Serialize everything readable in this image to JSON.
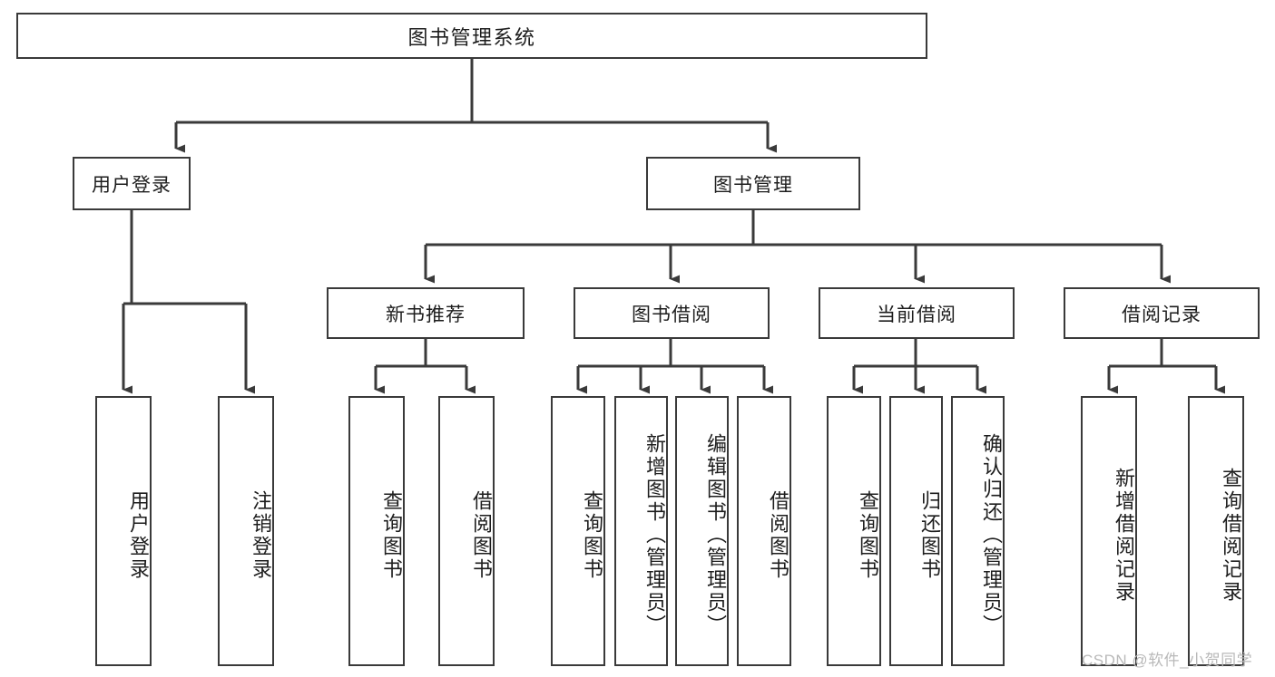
{
  "diagram": {
    "title": "图书管理系统",
    "type": "tree",
    "watermark": "CSDN @软件_小贺同学",
    "stroke_color": "#3a3a3a",
    "fill_color": "#ffffff",
    "text_color": "#1d1d1d",
    "watermark_color": "#b9b9b9"
  },
  "nodes": {
    "root": {
      "label": "图书管理系统",
      "level": 1
    },
    "level2": [
      {
        "id": "user-login",
        "label": "用户登录"
      },
      {
        "id": "book-manage",
        "label": "图书管理"
      }
    ],
    "level3": [
      {
        "id": "new-book-recommend",
        "label": "新书推荐"
      },
      {
        "id": "book-borrow",
        "label": "图书借阅"
      },
      {
        "id": "current-borrow",
        "label": "当前借阅"
      },
      {
        "id": "borrow-record",
        "label": "借阅记录"
      }
    ],
    "leaves": {
      "user-login": [
        {
          "id": "leaf-user-login",
          "label": "用户登录"
        },
        {
          "id": "leaf-logout-login",
          "label": "注销登录"
        }
      ],
      "new-book-recommend": [
        {
          "id": "leaf-query-book-1",
          "label": "查询图书"
        },
        {
          "id": "leaf-borrow-book-1",
          "label": "借阅图书"
        }
      ],
      "book-borrow": [
        {
          "id": "leaf-query-book-2",
          "label": "查询图书"
        },
        {
          "id": "leaf-add-book",
          "label": "新增图书（管理员）"
        },
        {
          "id": "leaf-edit-book",
          "label": "编辑图书（管理员）"
        },
        {
          "id": "leaf-borrow-book-2",
          "label": "借阅图书"
        }
      ],
      "current-borrow": [
        {
          "id": "leaf-query-book-3",
          "label": "查询图书"
        },
        {
          "id": "leaf-return-book",
          "label": "归还图书"
        },
        {
          "id": "leaf-confirm-return",
          "label": "确认归还（管理员）"
        }
      ],
      "borrow-record": [
        {
          "id": "leaf-add-record",
          "label": "新增借阅记录"
        },
        {
          "id": "leaf-query-record",
          "label": "查询借阅记录"
        }
      ]
    }
  }
}
